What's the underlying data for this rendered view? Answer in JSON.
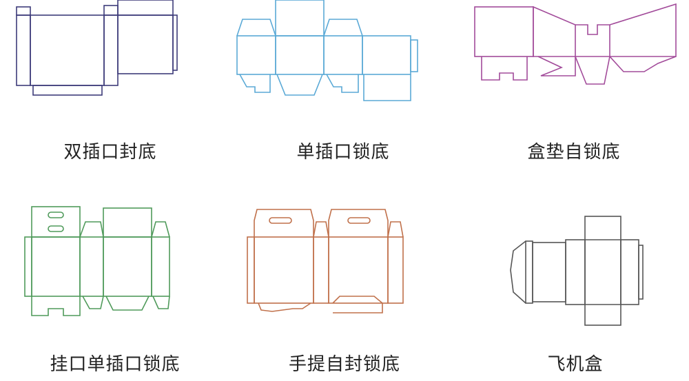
{
  "boxes": [
    {
      "id": "double-tuck",
      "label": "双插口封底",
      "color": "#3d3b7a"
    },
    {
      "id": "single-tuck-lock",
      "label": "单插口锁底",
      "color": "#5aa9d6"
    },
    {
      "id": "box-pad-lock",
      "label": "盒垫自锁底",
      "color": "#a24b9a"
    },
    {
      "id": "hanger-single-tuck",
      "label": "挂口单插口锁底",
      "color": "#4f9a5a"
    },
    {
      "id": "handle-lock",
      "label": "手提自封锁底",
      "color": "#c0704a"
    },
    {
      "id": "airplane-box",
      "label": "飞机盒",
      "color": "#555555"
    }
  ]
}
